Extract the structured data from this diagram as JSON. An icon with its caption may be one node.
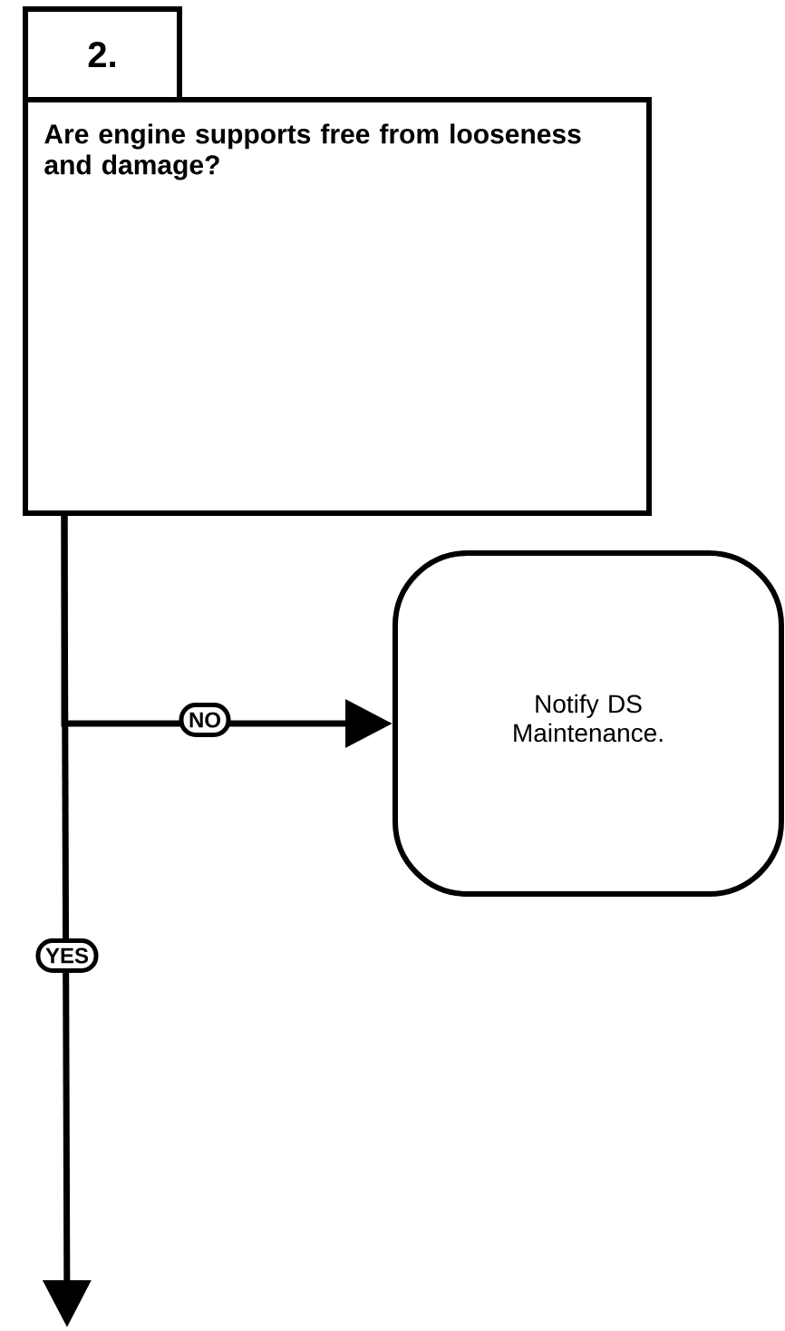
{
  "diagram": {
    "nodes": [
      {
        "text": [
          "2.",
          "Are engine supports free from looseness and damage?"
        ]
      },
      {
        "text": [
          "Notify DS Maintenance."
        ]
      }
    ],
    "edges": [
      {
        "from": 0,
        "to": 1,
        "arrow": "to",
        "label": "NO"
      },
      {
        "from": 0,
        "to": null,
        "arrow": "to",
        "label": "YES"
      }
    ]
  }
}
